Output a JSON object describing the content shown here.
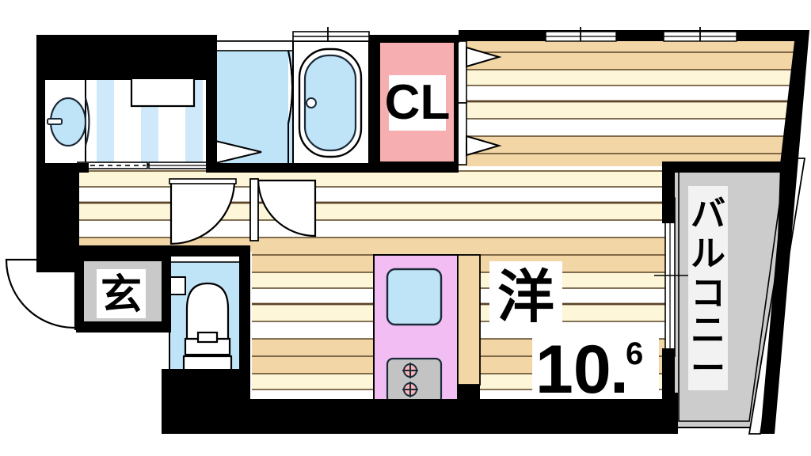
{
  "document": {
    "type": "floor-plan",
    "title": "Apartment floor plan 1R",
    "background_color": "#ffffff"
  },
  "palette": {
    "wall": "#000000",
    "flooring_light": "#fdf6d8",
    "flooring_mid": "#f2d6a6",
    "flooring_white": "#ffffff",
    "flooring_line": "#5a4326",
    "water_blue": "#bfe4f7",
    "closet_pink": "#f7aeb0",
    "kitchen_pink": "#f2bdf2",
    "stove_gray": "#c3c3c3",
    "burner_pink": "#f6b5b5",
    "balcony_gray": "#cccccc",
    "genkan_gray": "#c9c9c9",
    "label_box": "#ffffff",
    "outline": "#000000"
  },
  "rooms": [
    {
      "id": "closet",
      "name": "closet",
      "label": "CL",
      "label_kind": "latin",
      "fill": "#f7aeb0"
    },
    {
      "id": "living-room",
      "name": "western-style-room",
      "label": "洋",
      "size_value": "10",
      "size_fraction": "6",
      "size_dot": ".",
      "size_unit_note": "tatami",
      "label_kind": "kanji"
    },
    {
      "id": "balcony",
      "name": "balcony",
      "label": "バルコニー",
      "label_kind": "katakana-vertical",
      "fill": "#cccccc"
    },
    {
      "id": "entrance",
      "name": "entrance-genkan",
      "label": "玄",
      "label_kind": "kanji",
      "fill": "#c9c9c9"
    },
    {
      "id": "bathroom",
      "name": "bathroom-unit-bath",
      "label": "",
      "fill": "#bfe4f7"
    },
    {
      "id": "toilet",
      "name": "toilet-room",
      "label": "",
      "fill": "#bfe4f7"
    },
    {
      "id": "washroom",
      "name": "washroom-vanity",
      "label": "",
      "fill": "#ffffff"
    },
    {
      "id": "kitchen",
      "name": "kitchen-counter",
      "label": "",
      "fill": "#f2bdf2"
    }
  ],
  "fixtures": [
    {
      "id": "vanity-basin",
      "name": "wash-basin",
      "fill": "#bfe4f7"
    },
    {
      "id": "washing-machine",
      "name": "washing-machine-pan",
      "fill": "#ffffff"
    },
    {
      "id": "bathtub",
      "name": "bathtub",
      "fill": "#bfe4f7"
    },
    {
      "id": "toilet-bowl",
      "name": "toilet-bowl",
      "fill": "#ffffff"
    },
    {
      "id": "kitchen-sink",
      "name": "kitchen-sink",
      "fill": "#bfe4f7"
    },
    {
      "id": "stove",
      "name": "gas-stove-two-burner",
      "fill": "#c3c3c3"
    },
    {
      "id": "burner-1",
      "name": "stove-burner",
      "fill": "#f6b5b5"
    },
    {
      "id": "burner-2",
      "name": "stove-burner",
      "fill": "#f6b5b5"
    }
  ],
  "openings": [
    {
      "id": "entrance-door",
      "name": "entrance-door-swing",
      "type": "hinged-door"
    },
    {
      "id": "interior-door-1",
      "name": "interior-door-swing-left",
      "type": "hinged-door"
    },
    {
      "id": "interior-door-2",
      "name": "interior-door-swing-right",
      "type": "hinged-door"
    },
    {
      "id": "bath-door",
      "name": "bathroom-folding-door",
      "type": "folding-door"
    },
    {
      "id": "closet-door-top",
      "name": "closet-door-upper",
      "type": "folding-door"
    },
    {
      "id": "closet-door-bottom",
      "name": "closet-door-lower",
      "type": "folding-door"
    },
    {
      "id": "window-1",
      "name": "window-north-left",
      "type": "sliding-window"
    },
    {
      "id": "window-2",
      "name": "window-north-right",
      "type": "sliding-window"
    },
    {
      "id": "window-bath",
      "name": "window-bathroom",
      "type": "sliding-window"
    },
    {
      "id": "balcony-door",
      "name": "balcony-sliding-door",
      "type": "sliding-door"
    }
  ]
}
